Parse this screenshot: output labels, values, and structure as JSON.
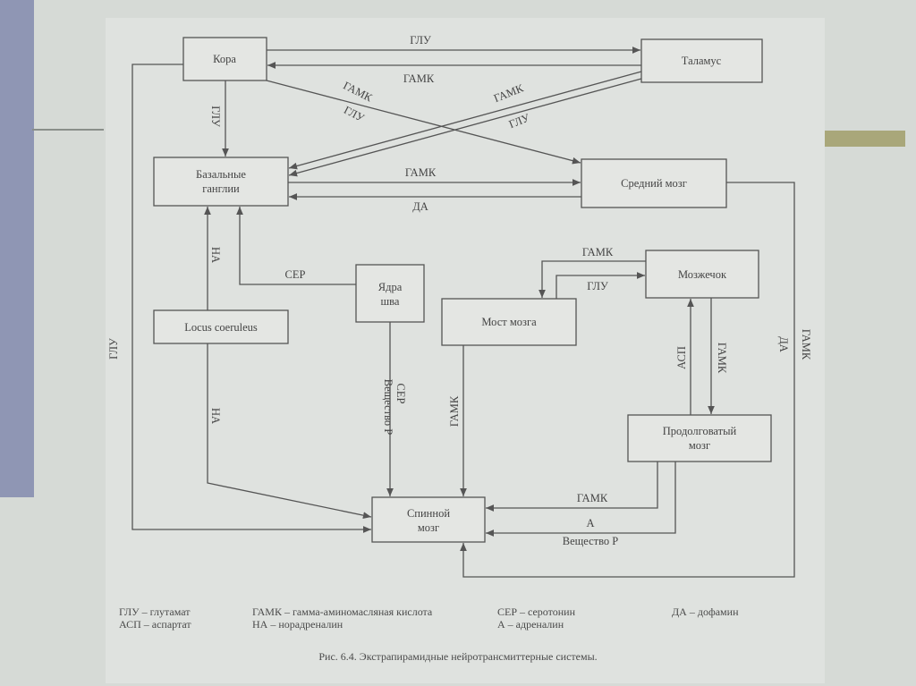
{
  "nodes": {
    "cortex": "Кора",
    "thalamus": "Таламус",
    "basal_1": "Базальные",
    "basal_2": "ганглии",
    "midbrain": "Средний мозг",
    "raphe_1": "Ядра",
    "raphe_2": "шва",
    "cerebellum": "Мозжечок",
    "pons": "Мост мозга",
    "locus": "Locus coeruleus",
    "medulla_1": "Продолговатый",
    "medulla_2": "мозг",
    "spinal_1": "Спинной",
    "spinal_2": "мозг"
  },
  "edges": {
    "cortex_thalamus": "ГЛУ",
    "thalamus_cortex": "ГАМК",
    "cortex_midbrain_1": "ГАМК",
    "cortex_midbrain_2": "ГЛУ",
    "thalamus_basal_1": "ГАМК",
    "thalamus_basal_2": "ГЛУ",
    "cortex_basal": "ГЛУ",
    "basal_midbrain": "ГАМК",
    "midbrain_basal": "ДА",
    "midbrain_spinal_1": "ДА",
    "midbrain_spinal_2": "ГАМК",
    "cortex_spinal": "ГЛУ",
    "locus_basal": "НА",
    "locus_spinal": "НА",
    "raphe_basal": "СЕР",
    "raphe_spinal_1": "Вещество Р",
    "raphe_spinal_2": "СЕР",
    "pons_spinal": "ГАМК",
    "cerebellum_pons": "ГАМК",
    "pons_cerebellum": "ГЛУ",
    "medulla_cerebellum": "АСП",
    "cerebellum_medulla": "ГАМК",
    "medulla_spinal_1": "ГАМК",
    "medulla_spinal_2": "А",
    "medulla_spinal_3": "Вещество Р"
  },
  "legend": [
    "ГЛУ – глутамат",
    "АСП – аспартат",
    "ГАМК – гамма-аминомасляная кислота",
    "НА – норадреналин",
    "СЕР – серотонин",
    "А – адреналин",
    "ДА – дофамин"
  ],
  "caption": "Рис. 6.4. Экстрапирамидные нейротрансмиттерные системы."
}
